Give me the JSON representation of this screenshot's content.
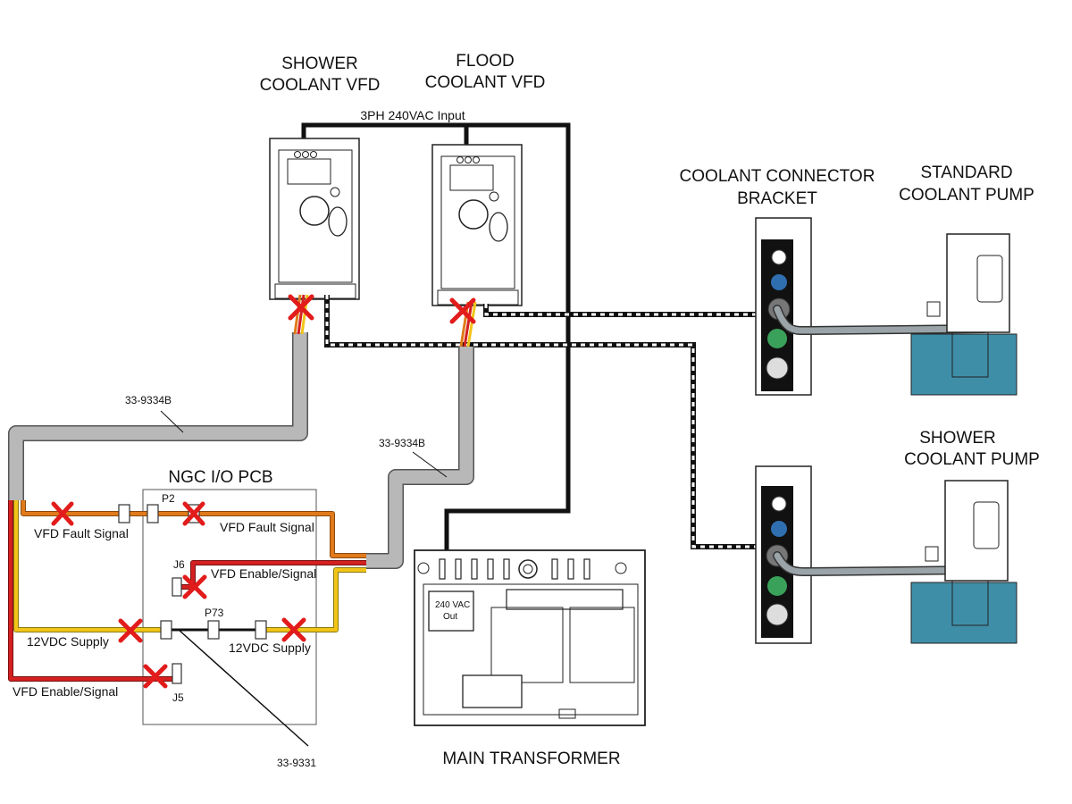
{
  "labels": {
    "shower_vfd": [
      "SHOWER",
      "COOLANT VFD"
    ],
    "flood_vfd": [
      "FLOOD",
      "COOLANT VFD"
    ],
    "input_240": "3PH 240VAC Input",
    "connector_bracket": [
      "COOLANT CONNECTOR",
      "BRACKET"
    ],
    "standard_pump": [
      "STANDARD",
      "COOLANT PUMP"
    ],
    "shower_pump": [
      "SHOWER",
      "COOLANT PUMP"
    ],
    "cable_left": "33-9334B",
    "cable_mid": "33-9334B",
    "pcb_title": "NGC I/O PCB",
    "p2": "P2",
    "j6": "J6",
    "p73": "P73",
    "j5": "J5",
    "fault_left": "VFD Fault Signal",
    "fault_right": "VFD Fault Signal",
    "enable_right": "VFD Enable/Signal",
    "supply_left": "12VDC Supply",
    "supply_right": "12VDC Supply",
    "enable_left": "VFD Enable/Signal",
    "cable_bottom": "33-9331",
    "transformer_out": [
      "240 VAC",
      "Out"
    ],
    "transformer": "MAIN TRANSFORMER"
  },
  "colors": {
    "wire_black": "#111111",
    "cable_gray": "#b8b8b8",
    "wire_orange": "#e07a1a",
    "wire_red": "#d42020",
    "wire_yellow": "#f2c418",
    "x_mark": "#e21b1b",
    "pump_blue": "#3f8ea8",
    "connector_blue": "#2f6fb0",
    "connector_green": "#3aa15a"
  }
}
